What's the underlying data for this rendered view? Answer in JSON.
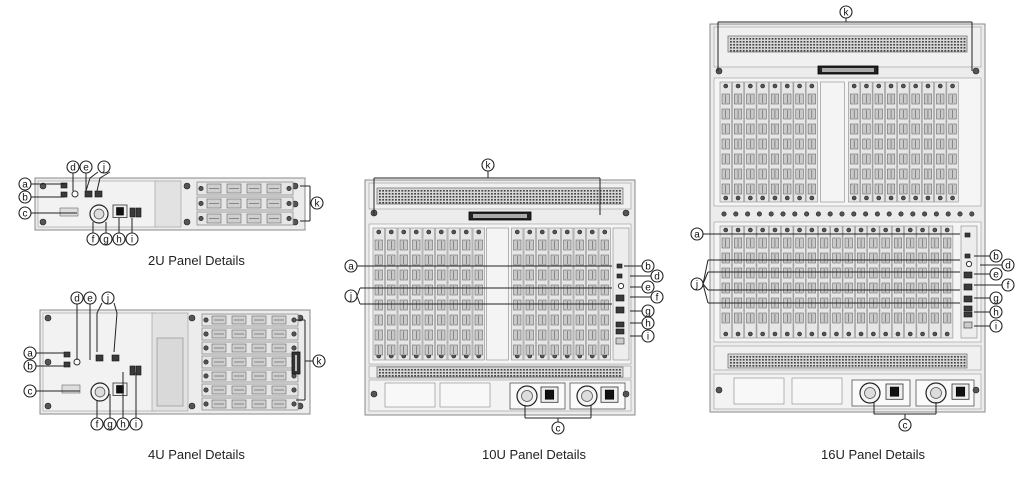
{
  "captions": {
    "panel_2u": "2U Panel Details",
    "panel_4u": "4U Panel Details",
    "panel_10u": "10U Panel Details",
    "panel_16u": "16U Panel Details"
  },
  "callout_letters": [
    "a",
    "b",
    "c",
    "d",
    "e",
    "f",
    "g",
    "h",
    "i",
    "j",
    "k"
  ],
  "colors": {
    "chassis_fill": "#ececec",
    "chassis_stroke": "#8a8a8a",
    "dark": "#3a3a3a",
    "card_fill": "#e6e6e6",
    "line": "#222222"
  }
}
